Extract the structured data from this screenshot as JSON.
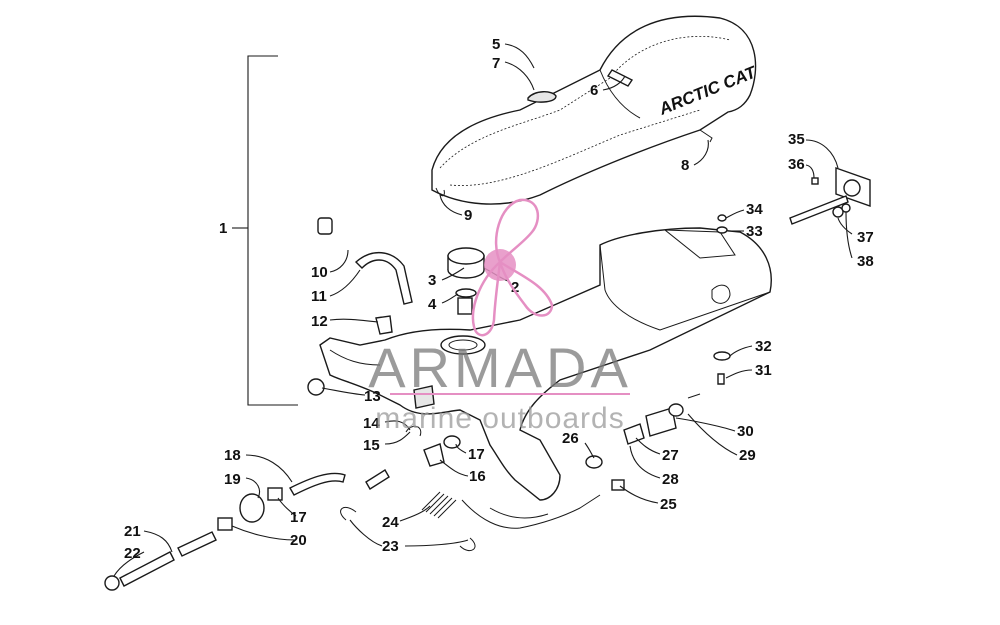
{
  "diagram": {
    "brand_lettering": "ARCTIC CAT",
    "callouts": [
      "1",
      "2",
      "3",
      "4",
      "5",
      "6",
      "7",
      "8",
      "9",
      "10",
      "11",
      "12",
      "13",
      "14",
      "15",
      "16",
      "17",
      "17",
      "18",
      "19",
      "20",
      "21",
      "22",
      "23",
      "24",
      "25",
      "26",
      "27",
      "28",
      "29",
      "30",
      "31",
      "32",
      "33",
      "34",
      "35",
      "36",
      "37",
      "38"
    ]
  },
  "watermark": {
    "title": "ARMADA",
    "subtitle": "marine outboards",
    "accent_color": "#e58fc3",
    "text_color": "#7a7a7a"
  }
}
